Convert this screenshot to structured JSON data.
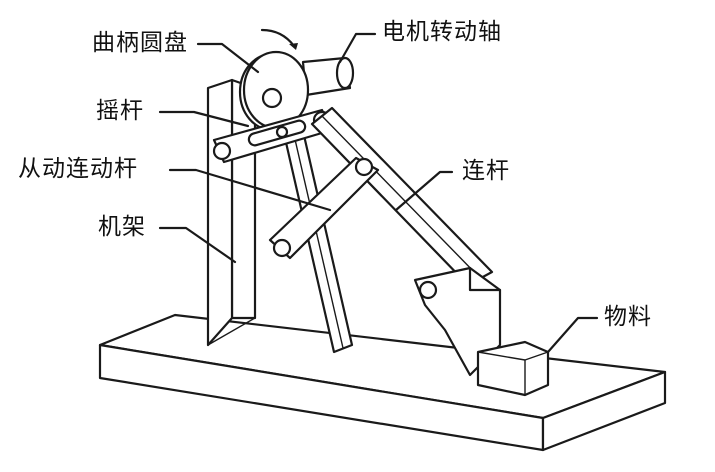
{
  "labels": {
    "crank_disc": "曲柄圆盘",
    "motor_shaft": "电机转动轴",
    "rocker": "摇杆",
    "connecting_link": "连杆",
    "driven_link": "从动连动杆",
    "frame": "机架",
    "material": "物料"
  }
}
